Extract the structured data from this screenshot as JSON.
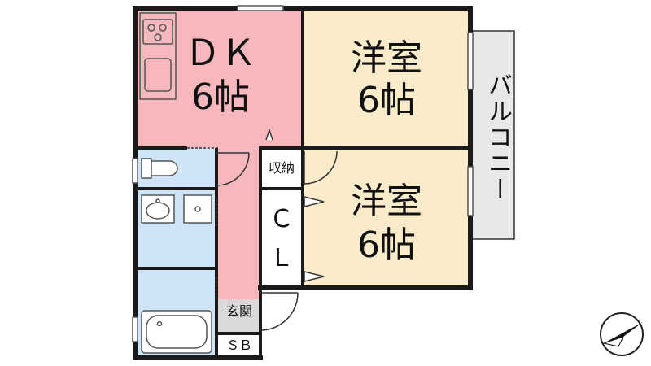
{
  "rooms": {
    "dk": {
      "name": "ＤＫ",
      "size": "6帖"
    },
    "western_room_1": {
      "name": "洋室",
      "size": "6帖"
    },
    "western_room_2": {
      "name": "洋室",
      "size": "6帖"
    },
    "storage": {
      "name": "収納"
    },
    "closet": {
      "line1": "Ｃ",
      "line2": "Ｌ"
    },
    "entrance": {
      "name": "玄関"
    },
    "shoe_box": {
      "name": "ＳＢ"
    },
    "balcony": {
      "name": "バルコニー"
    }
  },
  "colors": {
    "pink": "#f6b7bd",
    "cream": "#faeccb",
    "blue": "#cfe4f6",
    "wall": "#1a1a1a",
    "balcony_fill": "#e8e8e8",
    "entrance_fill": "#d9d9d9"
  }
}
